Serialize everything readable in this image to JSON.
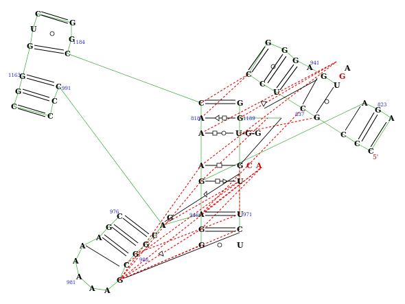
{
  "diagram": {
    "nucleotides": [
      {
        "id": "n1",
        "letter": "C"
      },
      {
        "id": "n2",
        "letter": "U"
      },
      {
        "id": "n3",
        "letter": "G"
      },
      {
        "id": "n4",
        "letter": "G"
      },
      {
        "id": "n5",
        "letter": "G"
      },
      {
        "id": "n6",
        "letter": "C"
      },
      {
        "id": "n7",
        "letter": "G"
      },
      {
        "id": "n8",
        "letter": "G"
      },
      {
        "id": "n9",
        "letter": "C"
      },
      {
        "id": "n10",
        "letter": "C"
      },
      {
        "id": "n11",
        "letter": "C"
      },
      {
        "id": "n12",
        "letter": "C"
      },
      {
        "id": "n13",
        "letter": "G"
      },
      {
        "id": "n14",
        "letter": "G"
      },
      {
        "id": "n15",
        "letter": "G"
      },
      {
        "id": "n16",
        "letter": "C"
      },
      {
        "id": "n17",
        "letter": "A"
      },
      {
        "id": "n18",
        "letter": "C"
      },
      {
        "id": "n19",
        "letter": "U"
      },
      {
        "id": "n20",
        "letter": "G"
      },
      {
        "id": "n21",
        "letter": "A"
      },
      {
        "id": "n22",
        "letter": "G",
        "red": true
      },
      {
        "id": "n23",
        "letter": "U"
      },
      {
        "id": "n24",
        "letter": "C"
      },
      {
        "id": "n25",
        "letter": "G"
      },
      {
        "id": "n26",
        "letter": "C"
      },
      {
        "id": "n27",
        "letter": "G"
      },
      {
        "id": "n28",
        "letter": "A"
      },
      {
        "id": "n29",
        "letter": "U-G-G"
      },
      {
        "id": "n30",
        "letter": "A"
      },
      {
        "id": "n31",
        "letter": "A"
      },
      {
        "id": "n32",
        "letter": "G",
        "red": true
      },
      {
        "id": "n33",
        "letter": "C",
        "red": true
      },
      {
        "id": "n34",
        "letter": "A"
      },
      {
        "id": "n35",
        "letter": "G"
      },
      {
        "id": "n36",
        "letter": "U"
      },
      {
        "id": "n37",
        "letter": "G"
      },
      {
        "id": "n38",
        "letter": "A"
      },
      {
        "id": "n39",
        "letter": "C"
      },
      {
        "id": "n40",
        "letter": "U"
      },
      {
        "id": "n41",
        "letter": "A"
      },
      {
        "id": "n42",
        "letter": "G"
      },
      {
        "id": "n43",
        "letter": "C"
      },
      {
        "id": "n44",
        "letter": "G"
      },
      {
        "id": "n45",
        "letter": "C"
      },
      {
        "id": "n46",
        "letter": "G"
      },
      {
        "id": "n47",
        "letter": "U"
      },
      {
        "id": "n48",
        "letter": "A"
      },
      {
        "id": "n49",
        "letter": "C"
      },
      {
        "id": "n50",
        "letter": "C"
      },
      {
        "id": "n51",
        "letter": "C"
      },
      {
        "id": "n52",
        "letter": "G"
      },
      {
        "id": "n53",
        "letter": "G"
      },
      {
        "id": "n54",
        "letter": "A"
      },
      {
        "id": "n55",
        "letter": "G"
      },
      {
        "id": "n56",
        "letter": "A"
      },
      {
        "id": "n57",
        "letter": "C"
      },
      {
        "id": "n58",
        "letter": "A"
      },
      {
        "id": "n59",
        "letter": "A"
      },
      {
        "id": "n60",
        "letter": "A"
      },
      {
        "id": "n61",
        "letter": "G"
      },
      {
        "id": "n62",
        "letter": "A"
      },
      {
        "id": "n63",
        "letter": "A"
      },
      {
        "id": "n64",
        "letter": "G"
      }
    ],
    "numbers": [
      {
        "id": "num1184",
        "text": "1184"
      },
      {
        "id": "num1163",
        "text": "1163"
      },
      {
        "id": "num991",
        "text": "991"
      },
      {
        "id": "num941",
        "text": "941"
      },
      {
        "id": "num818",
        "text": "818"
      },
      {
        "id": "num1189",
        "text": "1189"
      },
      {
        "id": "num837",
        "text": "837"
      },
      {
        "id": "num823",
        "text": "823"
      },
      {
        "id": "num976",
        "text": "976"
      },
      {
        "id": "num946",
        "text": "946"
      },
      {
        "id": "num971",
        "text": "971"
      },
      {
        "id": "num986",
        "text": "986"
      },
      {
        "id": "num981",
        "text": "981"
      }
    ],
    "five_prime_label": "5'",
    "colors": {
      "backbone": "#33aa33",
      "tertiary": "#ee0000",
      "pair": "#000000",
      "number": "#1a1acc",
      "highlight": "#cc0000"
    }
  }
}
